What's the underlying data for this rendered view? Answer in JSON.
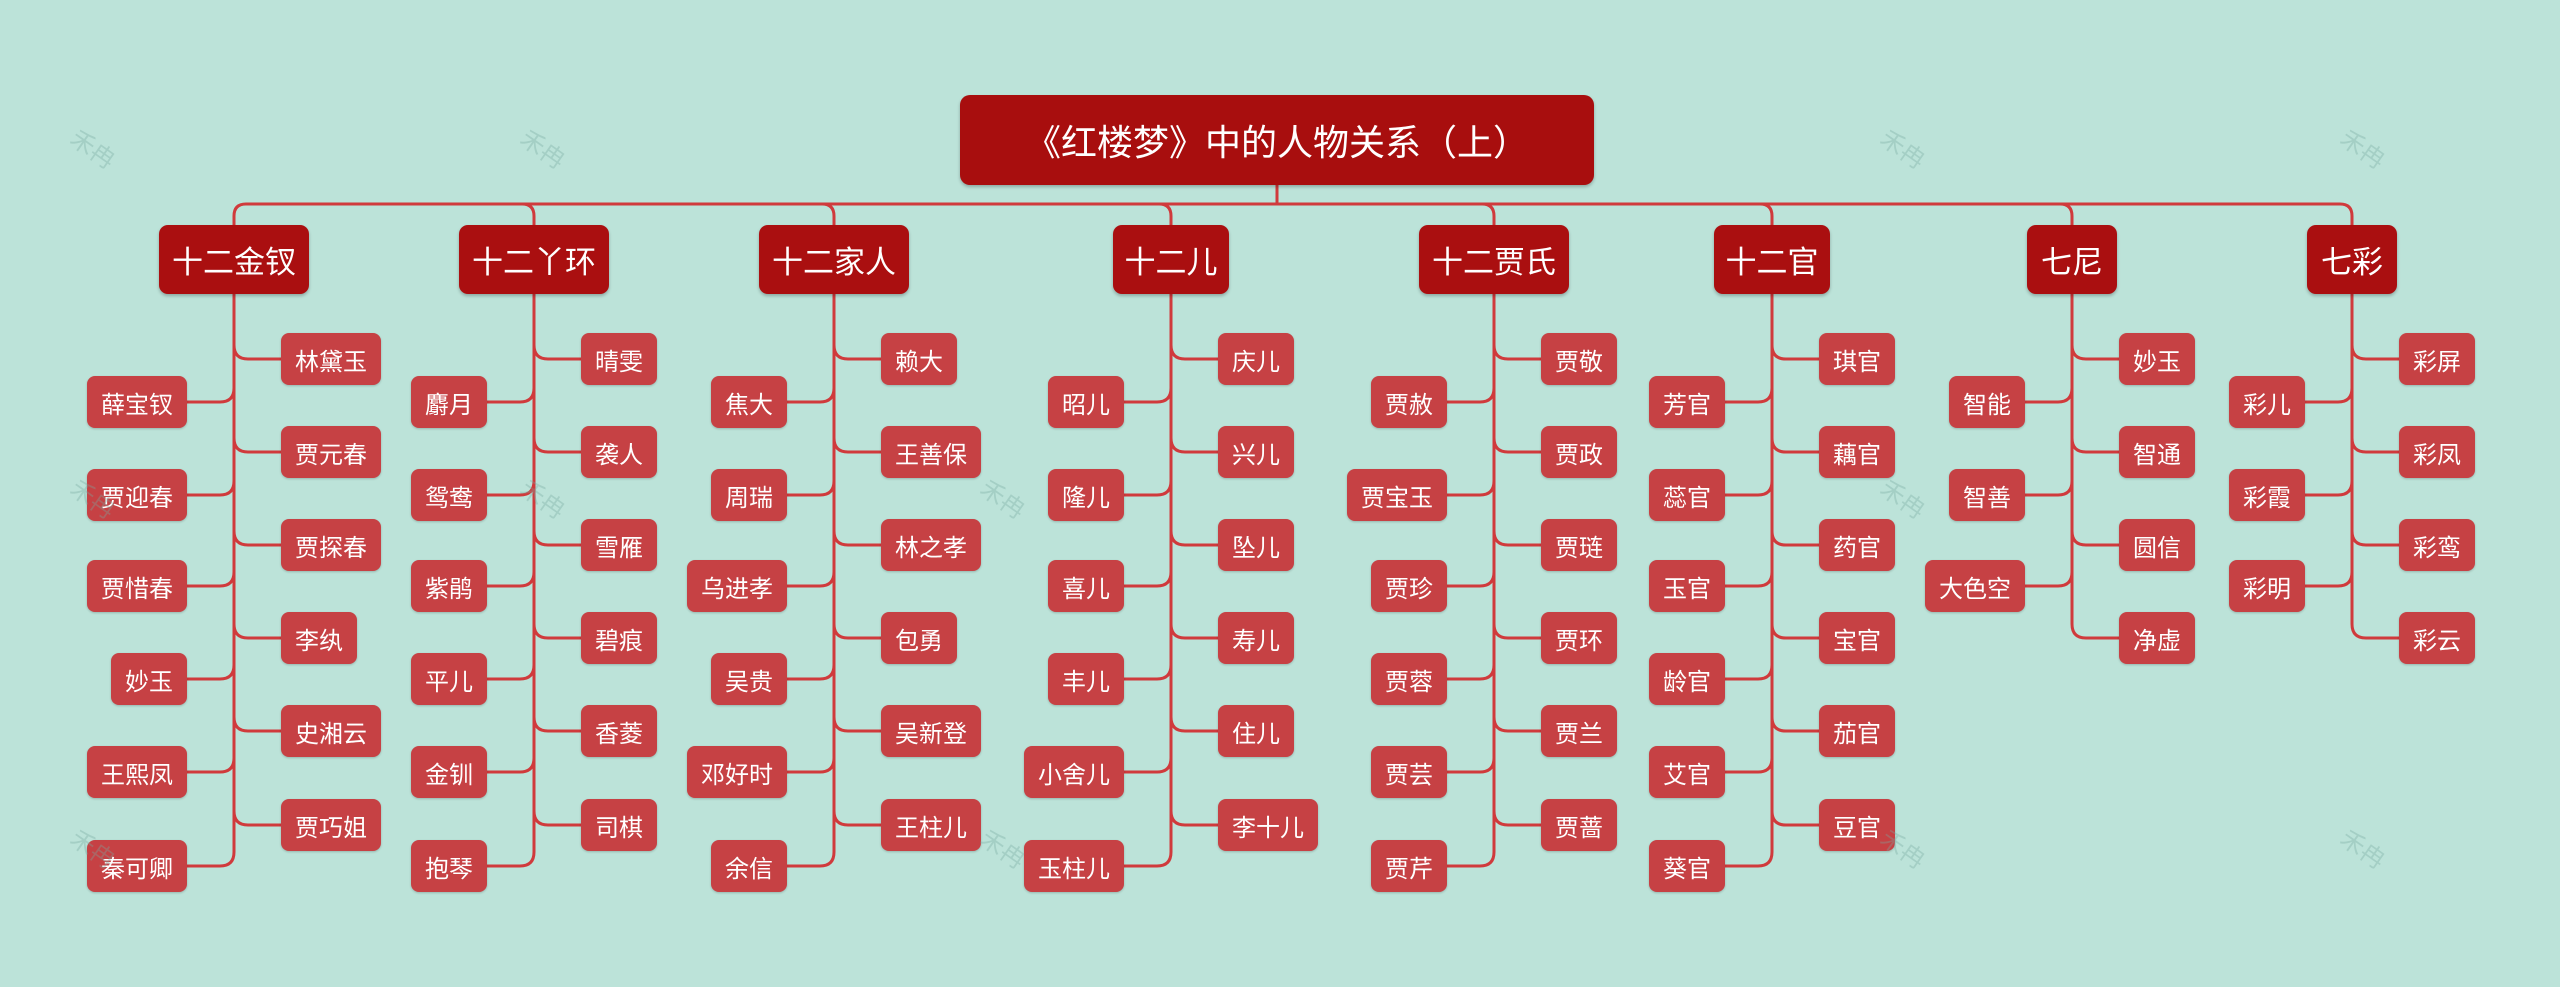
{
  "title": "《红楼梦》中的人物关系（上）",
  "watermark": "禾冉",
  "colors": {
    "background": "#bce3d9",
    "root": "#a80e0e",
    "category": "#aa0f10",
    "child": "#c64144",
    "line": "#d03a3c"
  },
  "categories": [
    {
      "label": "十二金钗",
      "left": [
        "薛宝钗",
        "贾迎春",
        "贾惜春",
        "妙玉",
        "王熙凤",
        "秦可卿"
      ],
      "right": [
        "林黛玉",
        "贾元春",
        "贾探春",
        "李纨",
        "史湘云",
        "贾巧姐"
      ]
    },
    {
      "label": "十二丫环",
      "left": [
        "麝月",
        "鸳鸯",
        "紫鹃",
        "平儿",
        "金钏",
        "抱琴"
      ],
      "right": [
        "晴雯",
        "袭人",
        "雪雁",
        "碧痕",
        "香菱",
        "司棋"
      ]
    },
    {
      "label": "十二家人",
      "left": [
        "焦大",
        "周瑞",
        "乌进孝",
        "吴贵",
        "邓好时",
        "余信"
      ],
      "right": [
        "赖大",
        "王善保",
        "林之孝",
        "包勇",
        "吴新登",
        "王柱儿"
      ]
    },
    {
      "label": "十二儿",
      "left": [
        "昭儿",
        "隆儿",
        "喜儿",
        "丰儿",
        "小舍儿",
        "玉柱儿"
      ],
      "right": [
        "庆儿",
        "兴儿",
        "坠儿",
        "寿儿",
        "住儿",
        "李十儿"
      ]
    },
    {
      "label": "十二贾氏",
      "left": [
        "贾赦",
        "贾宝玉",
        "贾珍",
        "贾蓉",
        "贾芸",
        "贾芹"
      ],
      "right": [
        "贾敬",
        "贾政",
        "贾琏",
        "贾环",
        "贾兰",
        "贾蔷"
      ]
    },
    {
      "label": "十二官",
      "left": [
        "芳官",
        "蕊官",
        "玉官",
        "龄官",
        "艾官",
        "葵官"
      ],
      "right": [
        "琪官",
        "藕官",
        "药官",
        "宝官",
        "茄官",
        "豆官"
      ]
    },
    {
      "label": "七尼",
      "left": [
        "智能",
        "智善",
        "大色空"
      ],
      "right": [
        "妙玉",
        "智通",
        "圆信",
        "净虚"
      ]
    },
    {
      "label": "七彩",
      "left": [
        "彩儿",
        "彩霞",
        "彩明"
      ],
      "right": [
        "彩屏",
        "彩凤",
        "彩鸾",
        "彩云"
      ]
    }
  ]
}
